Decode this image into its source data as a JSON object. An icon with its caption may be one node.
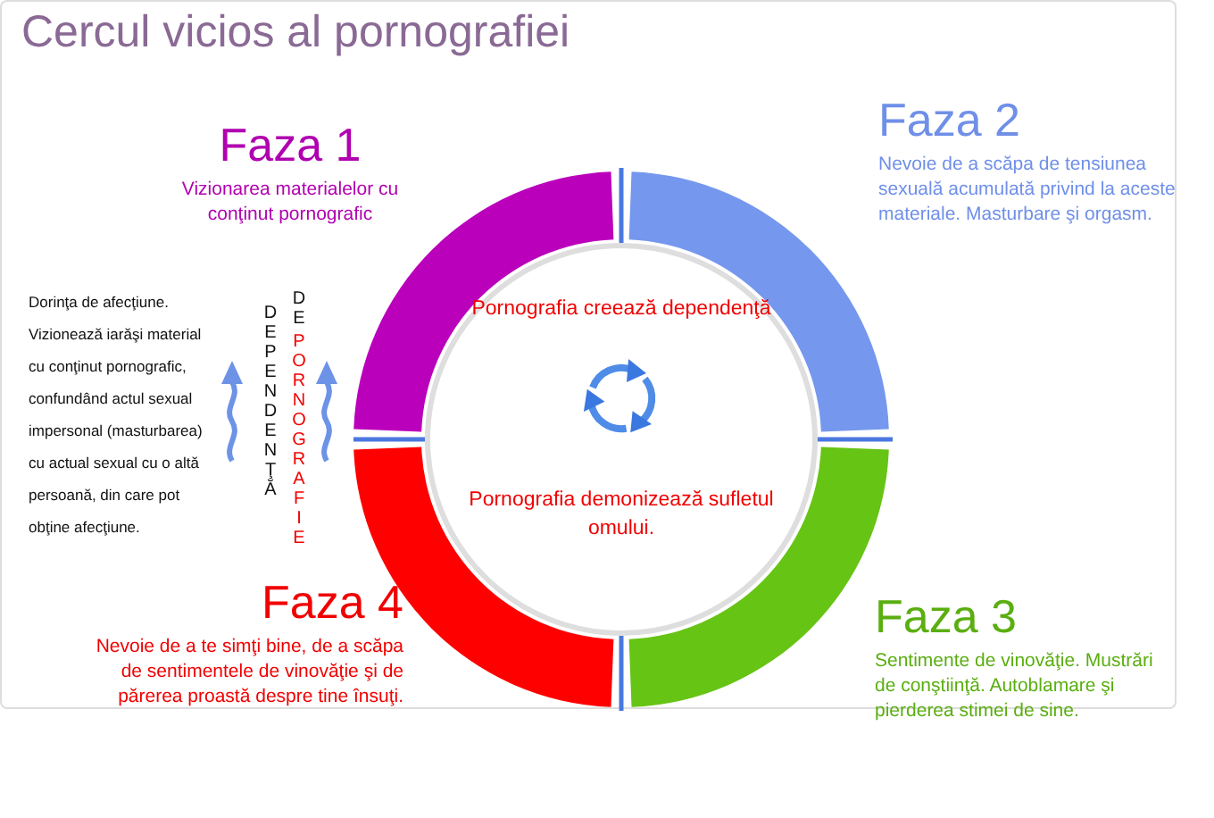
{
  "diagram": {
    "title": "Cercul vicios al pornografiei",
    "nodes": [
      {
        "text": [
          "Faza 1",
          "Vizionarea materialelor cu conţinut pornografic"
        ]
      },
      {
        "text": [
          "Faza 2",
          "Nevoie de a scăpa de tensiunea sexuală acumulată privind la aceste materiale. Masturbare şi orgasm."
        ]
      },
      {
        "text": [
          "Pornografia creează dependenţă",
          "Pornografia demonizează sufletul omului."
        ]
      },
      {
        "text": [
          "Faza 4",
          "Nevoie de a te simţi bine, de a scăpa de sentimentele de vinovăţie şi de părerea proastă despre tine însuţi."
        ]
      },
      {
        "text": [
          "Faza 3",
          "Sentimente de vinovăţie. Mustrări de conştiinţă. Autoblamare şi pierderea stimei de sine."
        ]
      },
      {
        "text": [],
        "shape": "arc"
      },
      {
        "text": [],
        "shape": "arc"
      },
      {
        "text": [],
        "shape": "arc"
      },
      {
        "text": [],
        "shape": "arc"
      }
    ],
    "labels": [
      "Dorinţa de afecţiune. Vizionează iarăşi material cu conţinut pornografic, confundând actul sexual impersonal (masturbarea) cu actual sexual cu o altă persoană, din care pot obţine afecţiune.",
      "DEPENDENŢĂ",
      "DE",
      "PORNOGRAFIE"
    ]
  }
}
